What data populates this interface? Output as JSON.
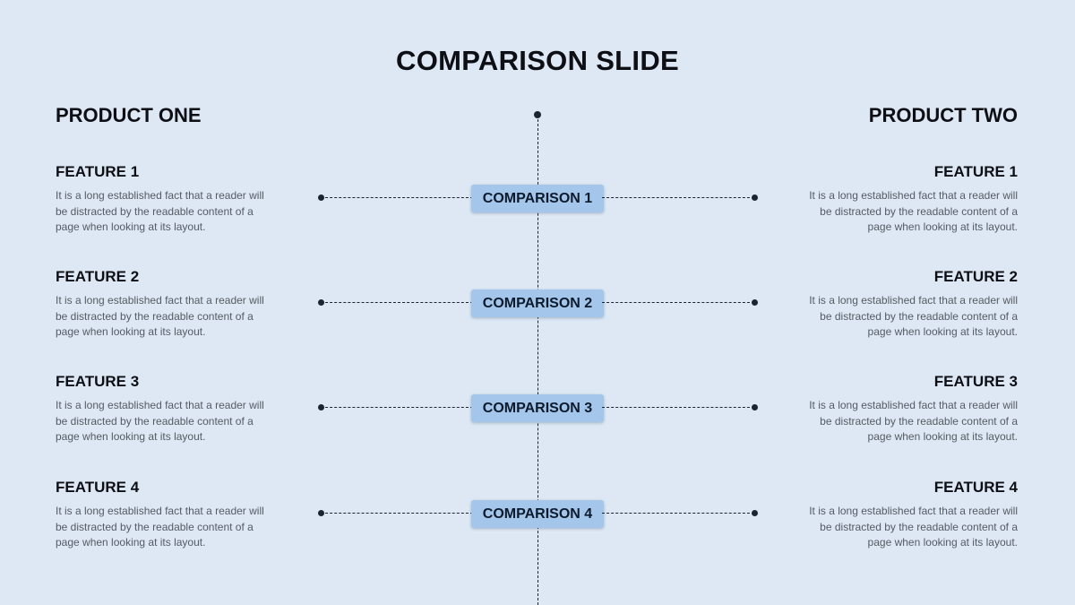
{
  "title": "COMPARISON SLIDE",
  "product_one": "PRODUCT ONE",
  "product_two": "PRODUCT TWO",
  "rows": [
    {
      "left_feature": "FEATURE 1",
      "right_feature": "FEATURE 1",
      "comparison": "COMPARISON 1",
      "left_desc": "It is a long established fact that a reader will be distracted by the readable content of a page when looking at its layout.",
      "right_desc": "It is a long established fact that a reader will be distracted by the readable content of a page when looking at its layout."
    },
    {
      "left_feature": "FEATURE 2",
      "right_feature": "FEATURE 2",
      "comparison": "COMPARISON 2",
      "left_desc": "It is a long established fact that a reader will be distracted by the readable content of a page when looking at its layout.",
      "right_desc": "It is a long established fact that a reader will be distracted by the readable content of a page when looking at its layout."
    },
    {
      "left_feature": "FEATURE 3",
      "right_feature": "FEATURE 3",
      "comparison": "COMPARISON 3",
      "left_desc": "It is a long established fact that a reader will be distracted by the readable content of a page when looking at its layout.",
      "right_desc": "It is a long established fact that a reader will be distracted by the readable content of a page when looking at its layout."
    },
    {
      "left_feature": "FEATURE 4",
      "right_feature": "FEATURE 4",
      "comparison": "COMPARISON 4",
      "left_desc": "It is a long established fact that a reader will be distracted by the readable content of a page when looking at its layout.",
      "right_desc": "It is a long established fact that a reader will be distracted by the readable content of a page when looking at its layout."
    }
  ],
  "colors": {
    "background": "#dde8f4",
    "comparison_box": "#a3c6ea",
    "line": "#1b2433",
    "heading": "#0d0f14",
    "body_text": "#555b63"
  }
}
